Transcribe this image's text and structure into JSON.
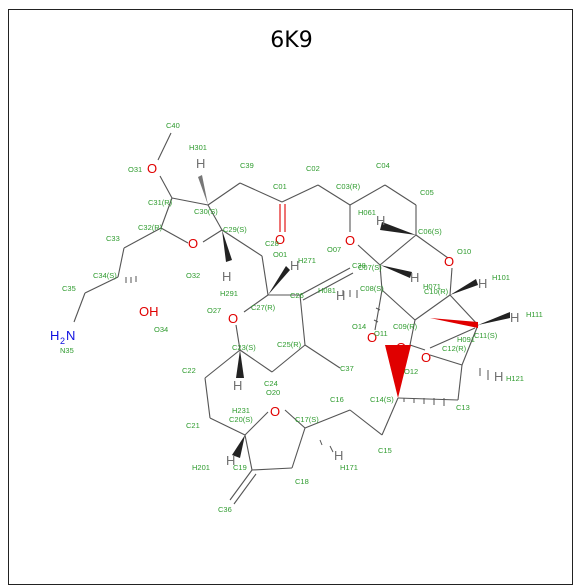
{
  "title": "6K9",
  "atom_labels": {
    "c40": "C40",
    "o31": "O31",
    "h301": "H301",
    "c39": "C39",
    "c02": "C02",
    "c04": "C04",
    "c31": "C31(R)",
    "c30": "C30(S)",
    "c01": "C01",
    "c03": "C03(R)",
    "c05": "C05",
    "c32": "C32(R)",
    "c29": "C29(S)",
    "h061": "H061",
    "c06": "C06(S)",
    "c33": "C33",
    "c28": "C28",
    "o01": "O01",
    "o07": "O07",
    "o10": "O10",
    "c34": "C34(S)",
    "o32": "O32",
    "h271": "H271",
    "c38": "C38",
    "c07": "C07(S)",
    "h071": "H071",
    "c10": "C10(R)",
    "h101": "H101",
    "c35": "C35",
    "h291": "H291",
    "c26": "C26",
    "h081": "H081",
    "c08": "C08(S)",
    "o27": "O27",
    "c27": "C27(R)",
    "h111": "H111",
    "o34": "O34",
    "o14": "O14",
    "c09": "C09(R)",
    "o11": "O11",
    "h091": "H091",
    "c11": "C11(S)",
    "n35": "N35",
    "c25": "C25(R)",
    "c12": "C12(R)",
    "c23": "C23(S)",
    "c37": "C37",
    "o12": "O12",
    "h121": "H121",
    "c22": "C22",
    "c24": "C24",
    "o20": "O20",
    "c14": "C14(S)",
    "c16": "C16",
    "c13": "C13",
    "h231": "H231",
    "c20": "C20(S)",
    "c17": "C17(S)",
    "c21": "C21",
    "c15": "C15",
    "h201": "H201",
    "c19": "C19",
    "h171": "H171",
    "c18": "C18",
    "c36": "C36"
  },
  "atoms": {
    "O": "O",
    "H": "H",
    "OH": "OH",
    "N": "N",
    "H2": "H",
    "sub2": "2"
  }
}
